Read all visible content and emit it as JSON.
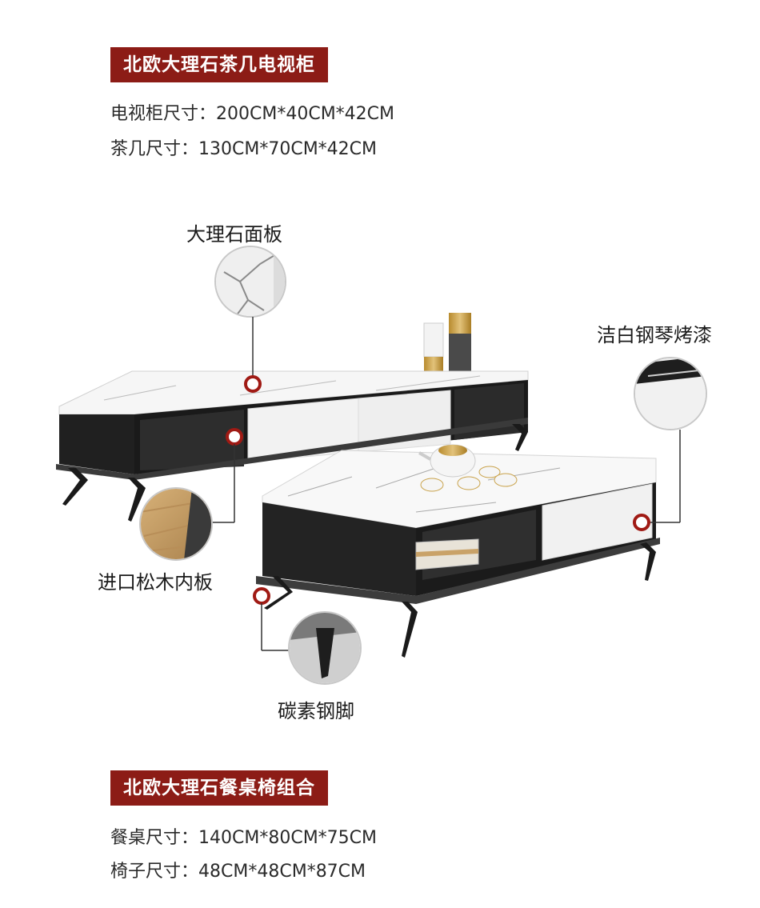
{
  "section1": {
    "title": "北欧大理石茶几电视柜",
    "specs": [
      {
        "label": "电视柜尺寸：",
        "value": "200CM*40CM*42CM"
      },
      {
        "label": "茶几尺寸：",
        "value": "130CM*70CM*42CM"
      }
    ]
  },
  "callouts": {
    "marble_top": "大理石面板",
    "white_paint": "洁白钢琴烤漆",
    "pine_board": "进口松木内板",
    "steel_legs": "碳素钢脚"
  },
  "section2": {
    "title": "北欧大理石餐桌椅组合",
    "specs": [
      {
        "label": "餐桌尺寸：",
        "value": "140CM*80CM*75CM"
      },
      {
        "label": "椅子尺寸：",
        "value": "48CM*48CM*87CM"
      }
    ]
  },
  "colors": {
    "banner": "#8c1c16",
    "marker": "#a01a14",
    "cabinet_black": "#1e1e1e",
    "gloss_white": "#f4f4f4",
    "gold": "#c9a24a"
  }
}
